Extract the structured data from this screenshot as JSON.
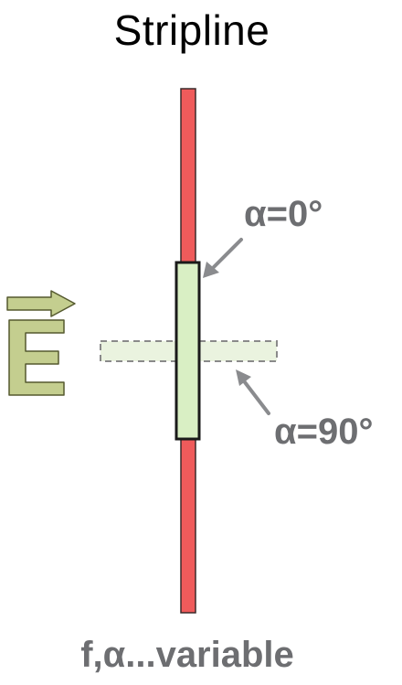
{
  "diagram": {
    "title": "Stripline",
    "field_vector_symbol": "E",
    "orientation_labels": {
      "alpha_0": "α=0°",
      "alpha_90": "α=90°"
    },
    "footer": "f,α...variable"
  },
  "colors": {
    "stripline": "#ef5b5b",
    "stripline_outline": "#3a2a2a",
    "sample_fill": "#d9efc4",
    "sample_outline": "#1a1a1a",
    "sample_ghost_fill": "#eaf3df",
    "sample_ghost_outline": "#8a8a8a",
    "field_symbol": "#c4ce8f",
    "field_symbol_outline": "#55592f",
    "arrow": "#8a8b8e",
    "label_text": "#6d6e71"
  }
}
